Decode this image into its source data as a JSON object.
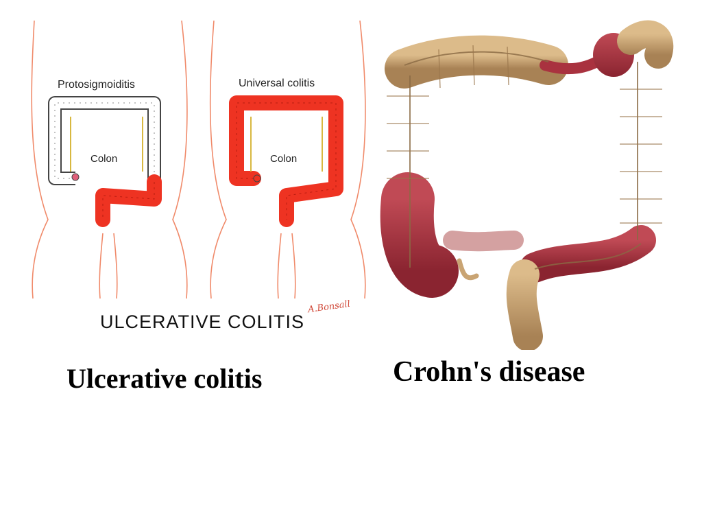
{
  "ulcerative_colitis_figure": {
    "panel_left_label": "Protosigmoiditis",
    "panel_right_label": "Universal colitis",
    "organ_label_left": "Colon",
    "organ_label_right": "Colon",
    "banner": "ULCERATIVE COLITIS",
    "signature": "A.Bonsall",
    "inflamed_color": "#ee3322",
    "healthy_color": "#ffffff",
    "outline_color": "#f08a6a"
  },
  "crohns_figure": {
    "healthy_color": "#c9a473",
    "inflamed_color": "#a9323f"
  },
  "captions": {
    "left": "Ulcerative colitis",
    "right": "Crohn's disease"
  }
}
